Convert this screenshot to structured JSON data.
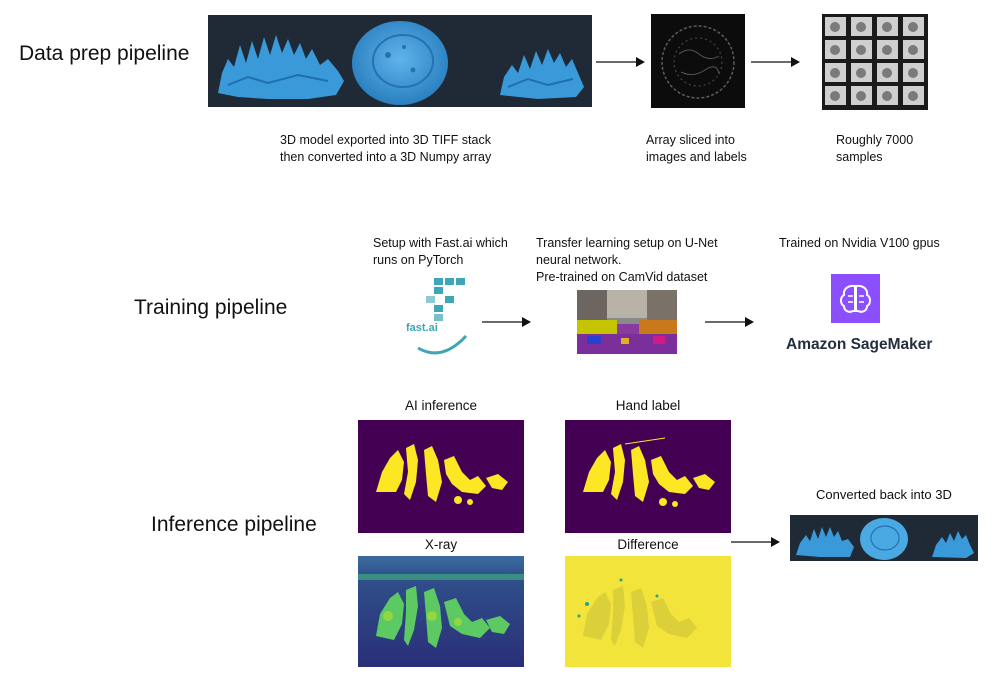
{
  "sections": {
    "data_prep": "Data prep pipeline",
    "training": "Training pipeline",
    "inference": "Inference pipeline"
  },
  "data_prep": {
    "model_caption": "3D model exported into 3D TIFF stack\nthen converted into a 3D Numpy array",
    "slice_caption": "Array sliced into\nimages and labels",
    "samples_caption": "Roughly 7000\nsamples"
  },
  "training": {
    "fastai_caption": "Setup with Fast.ai which\nruns on PyTorch",
    "fastai_logo_text": "fast.ai",
    "unet_caption": "Transfer learning setup on U-Net\nneural network.\nPre-trained on CamVid dataset",
    "gpu_caption": "Trained on Nvidia V100 gpus",
    "sagemaker_label": "Amazon SageMaker"
  },
  "inference": {
    "panels": {
      "ai": "AI inference",
      "hand": "Hand label",
      "xray": "X-ray",
      "diff": "Difference"
    },
    "converted_caption": "Converted back into 3D"
  },
  "colors": {
    "model_blue": "#3a9ad9",
    "dark_panel": "#1f2a36",
    "viridis_purple": "#440154",
    "viridis_yellow": "#fde725",
    "sagemaker_purple": "#8c4fff",
    "fastai_teal": "#3fa6b7"
  },
  "icons": [
    "right-arrow-icon",
    "fastai-logo-icon",
    "sagemaker-brain-icon"
  ]
}
